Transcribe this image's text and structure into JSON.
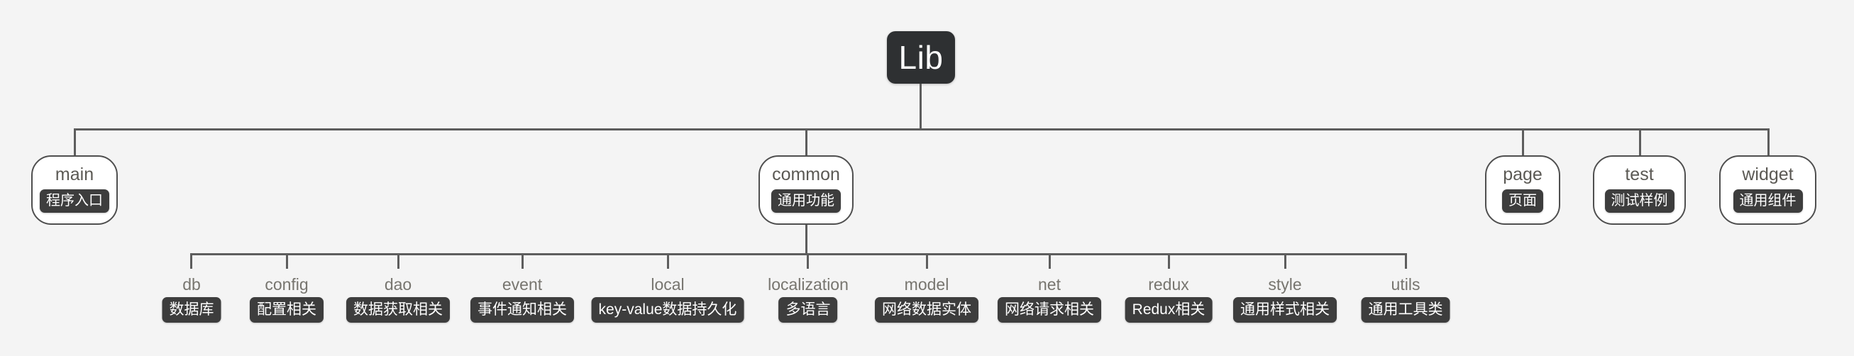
{
  "diagram": {
    "type": "tree",
    "title": "Lib project structure",
    "background_color": "#f4f4f4",
    "line_color": "#5d5d5d",
    "badge_color": "#3d3d3d",
    "root_color": "#2e3032"
  },
  "root": {
    "label": "Lib"
  },
  "level1": [
    {
      "id": "main",
      "label": "main",
      "badge": "程序入口"
    },
    {
      "id": "common",
      "label": "common",
      "badge": "通用功能"
    },
    {
      "id": "page",
      "label": "page",
      "badge": "页面"
    },
    {
      "id": "test",
      "label": "test",
      "badge": "测试样例"
    },
    {
      "id": "widget",
      "label": "widget",
      "badge": "通用组件"
    }
  ],
  "common_children": [
    {
      "id": "db",
      "label": "db",
      "badge": "数据库"
    },
    {
      "id": "config",
      "label": "config",
      "badge": "配置相关"
    },
    {
      "id": "dao",
      "label": "dao",
      "badge": "数据获取相关"
    },
    {
      "id": "event",
      "label": "event",
      "badge": "事件通知相关"
    },
    {
      "id": "local",
      "label": "local",
      "badge": "key-value数据持久化"
    },
    {
      "id": "localization",
      "label": "localization",
      "badge": "多语言"
    },
    {
      "id": "model",
      "label": "model",
      "badge": "网络数据实体"
    },
    {
      "id": "net",
      "label": "net",
      "badge": "网络请求相关"
    },
    {
      "id": "redux",
      "label": "redux",
      "badge": "Redux相关"
    },
    {
      "id": "style",
      "label": "style",
      "badge": "通用样式相关"
    },
    {
      "id": "utils",
      "label": "utils",
      "badge": "通用工具类"
    }
  ]
}
